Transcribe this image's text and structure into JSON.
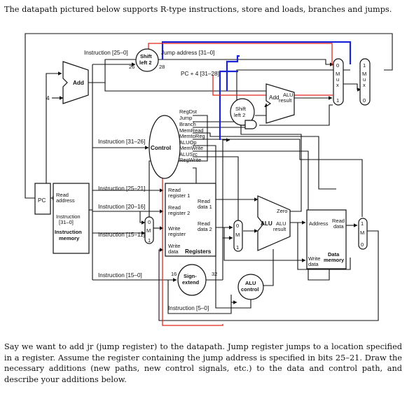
{
  "intro_text": "The datapath pictured below supports R-type instructions, store and loads, branches and jumps.",
  "question_text": "Say we want to add jr (jump register) to the datapath. Jump register jumps to a location specified in a register. Assume the register containing the jump address is specified in bits 25–21. Draw the necessary additions (new paths, new control signals, etc.) to the data and control path, and describe your additions below.",
  "labels": {
    "instr_25_0": "Instruction [25–0]",
    "shift_left_top": "Shift",
    "shift_left_bot": "left 2",
    "num_26": "26",
    "num_28": "28",
    "jump_address": "Jump address [31–0]",
    "pc4_31_28": "PC + 4 [31–28]",
    "add": "Add",
    "num_4": "4",
    "alu_add": "Add",
    "alu_result_1": "ALU",
    "alu_result_2": "result",
    "shift_left2_a": "Shift",
    "shift_left2_b": "left 2",
    "regdst": "RegDst",
    "jump": "Jump",
    "branch": "Branch",
    "memread": "MemRead",
    "memtoreg": "MemtoReg",
    "aluop": "ALUOp",
    "memwrite": "MemWrite",
    "alusrc": "ALUSrc",
    "regwrite": "RegWrite",
    "instr_31_26": "Instruction [31–26]",
    "control": "Control",
    "pc": "PC",
    "read_address_1": "Read",
    "read_address_2": "address",
    "instruction_31_0_1": "Instruction",
    "instruction_31_0_2": "[31–0]",
    "instruction_memory_1": "Instruction",
    "instruction_memory_2": "memory",
    "instr_25_21": "Instruction [25–21]",
    "instr_20_16": "Instruction [20–16]",
    "instr_15_11": "Instruction [15–11]",
    "instr_15_0": "Instruction [15–0]",
    "instr_5_0": "Instruction [5–0]",
    "read_register_1a": "Read",
    "read_register_1b": "register 1",
    "read_register_2a": "Read",
    "read_register_2b": "register 2",
    "read_data_1a": "Read",
    "read_data_1b": "data 1",
    "read_data_2a": "Read",
    "read_data_2b": "data 2",
    "write_register_a": "Write",
    "write_register_b": "register",
    "write_data_a": "Write",
    "write_data_b": "data",
    "registers": "Registers",
    "zero": "Zero",
    "alu": "ALU",
    "alu_res_a": "ALU",
    "alu_res_b": "result",
    "address": "Address",
    "read_data_mem_a": "Read",
    "read_data_mem_b": "data",
    "write_data_mem_a": "Write",
    "write_data_mem_b": "data",
    "data_memory_a": "Data",
    "data_memory_b": "memory",
    "num_16": "16",
    "num_32": "32",
    "sign_extend_a": "Sign-",
    "sign_extend_b": "extend",
    "alu_control_a": "ALU",
    "alu_control_b": "control",
    "mux_label": "M\nu\nx",
    "mux_0": "0",
    "mux_1": "1"
  }
}
